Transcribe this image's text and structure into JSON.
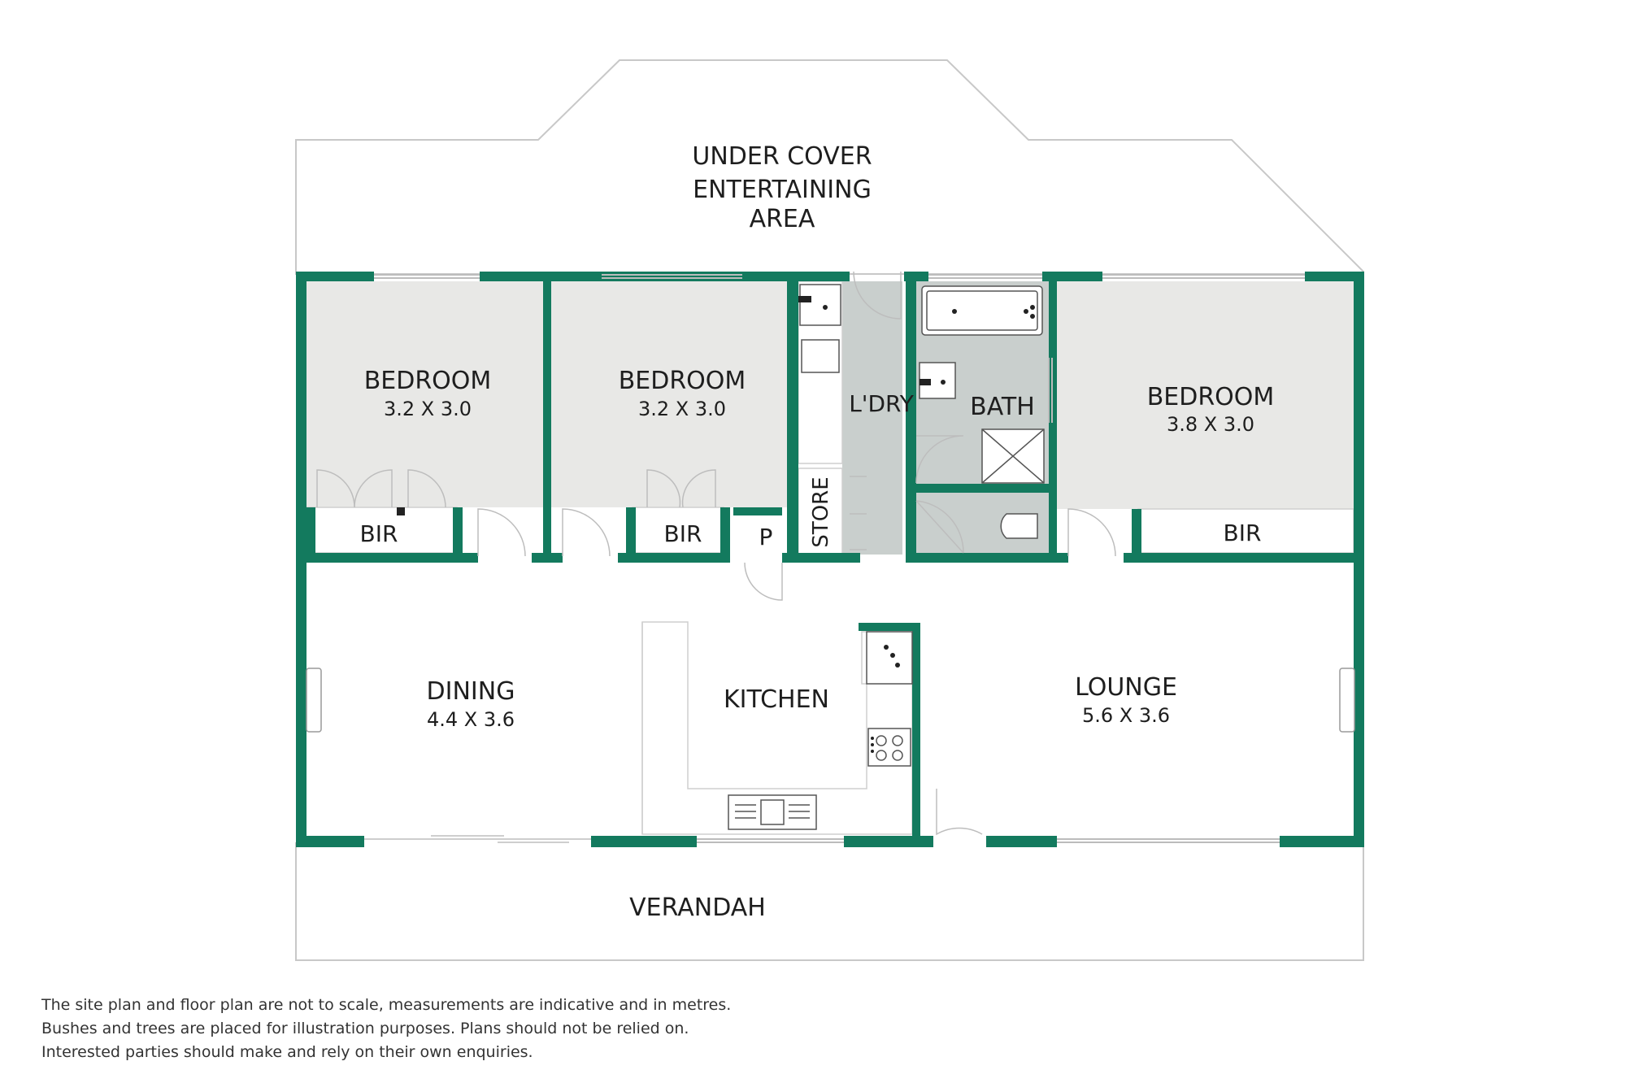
{
  "colors": {
    "wall": "#137a5e",
    "room_fill": "#e8e8e6",
    "wet_fill": "#c9cfcd",
    "outline": "#c8c8c8",
    "background": "#ffffff"
  },
  "outdoor": {
    "entertaining": [
      "UNDER COVER",
      "ENTERTAINING",
      "AREA"
    ],
    "verandah": "VERANDAH"
  },
  "rooms": {
    "bedroom1": {
      "name": "BEDROOM",
      "size": "3.2 X 3.0"
    },
    "bedroom2": {
      "name": "BEDROOM",
      "size": "3.2 X 3.0"
    },
    "bedroom3": {
      "name": "BEDROOM",
      "size": "3.8 X 3.0"
    },
    "bir1": "BIR",
    "bir2": "BIR",
    "bir3": "BIR",
    "pantry": "P",
    "store": "STORE",
    "laundry": "L'DRY",
    "bath": "BATH",
    "dining": {
      "name": "DINING",
      "size": "4.4 X 3.6"
    },
    "kitchen": "KITCHEN",
    "lounge": {
      "name": "LOUNGE",
      "size": "5.6 X 3.6"
    }
  },
  "disclaimer": [
    "The site plan and floor plan are not to scale, measurements are indicative and in metres.",
    "Bushes and trees are placed for illustration purposes. Plans should not be relied on.",
    "Interested parties should make and rely on their own enquiries."
  ]
}
